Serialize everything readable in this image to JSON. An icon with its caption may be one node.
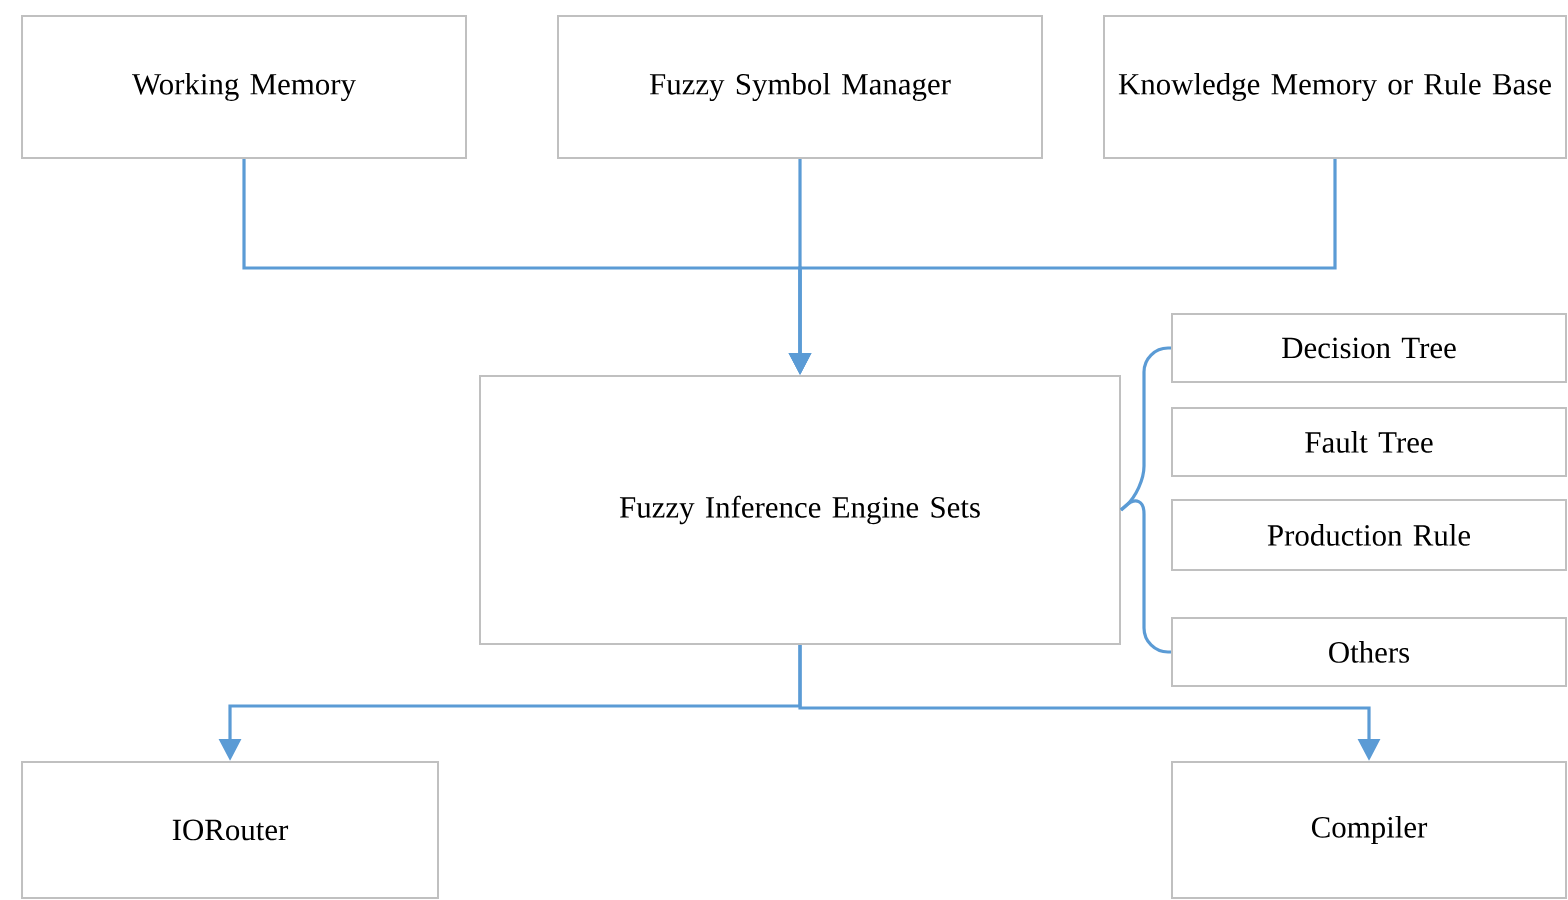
{
  "diagram": {
    "nodes": [
      {
        "text": [
          "Working Memory"
        ]
      },
      {
        "text": [
          "Fuzzy Symbol Manager"
        ]
      },
      {
        "text": [
          "Knowledge Memory or Rule Base"
        ]
      },
      {
        "text": [
          "Fuzzy Inference Engine Sets"
        ]
      },
      {
        "text": [
          "Decision Tree"
        ]
      },
      {
        "text": [
          "Fault Tree"
        ]
      },
      {
        "text": [
          "Production Rule"
        ]
      },
      {
        "text": [
          "Others"
        ]
      },
      {
        "text": [
          "IORouter"
        ]
      },
      {
        "text": [
          "Compiler"
        ]
      }
    ],
    "edges": [
      {
        "from": 0,
        "to": 3,
        "arrow": "to"
      },
      {
        "from": 1,
        "to": 3,
        "arrow": "to"
      },
      {
        "from": 2,
        "to": 3,
        "arrow": "to"
      },
      {
        "from": 3,
        "to": 8,
        "arrow": "to"
      },
      {
        "from": 3,
        "to": 9,
        "arrow": "to"
      },
      {
        "from": 3,
        "to": 4,
        "arrow": "none"
      },
      {
        "from": 3,
        "to": 7,
        "arrow": "none"
      }
    ]
  }
}
